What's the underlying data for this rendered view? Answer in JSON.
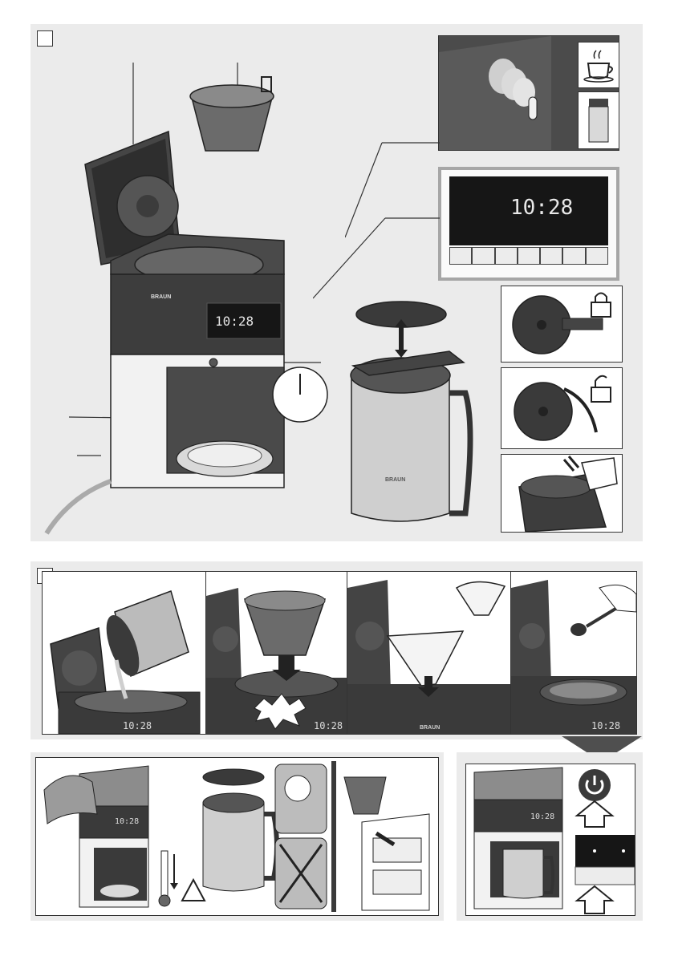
{
  "brand": {
    "logo_text": "BRAUN"
  },
  "display": {
    "time": "10:28"
  },
  "colors": {
    "panel_bg": "#ebebeb",
    "dark_body": "#3a3a3a",
    "mid_gray": "#7b7b7b",
    "light_gray": "#d9d9d9",
    "frame_border": "#333333",
    "display_bg": "#161616"
  },
  "sections": [
    {
      "id": "section-1",
      "step_box_text": ""
    },
    {
      "id": "section-2",
      "step_box_text": ""
    },
    {
      "id": "section-3",
      "step_box_text": ""
    }
  ],
  "icons": {
    "cup": "coffee-cup-icon",
    "canister": "coffee-canister-icon",
    "lock": "lock-closed-icon",
    "unlock": "lock-open-icon",
    "clock": "clock-icon",
    "power": "power-icon",
    "thermometer": "thermometer-icon",
    "warning": "warning-triangle-icon",
    "dishwasher": "dishwasher-icon",
    "descaler": "descaler-bottle-icon",
    "no_abrasive": "no-abrasive-icon",
    "arrow": "arrow-down-icon"
  }
}
